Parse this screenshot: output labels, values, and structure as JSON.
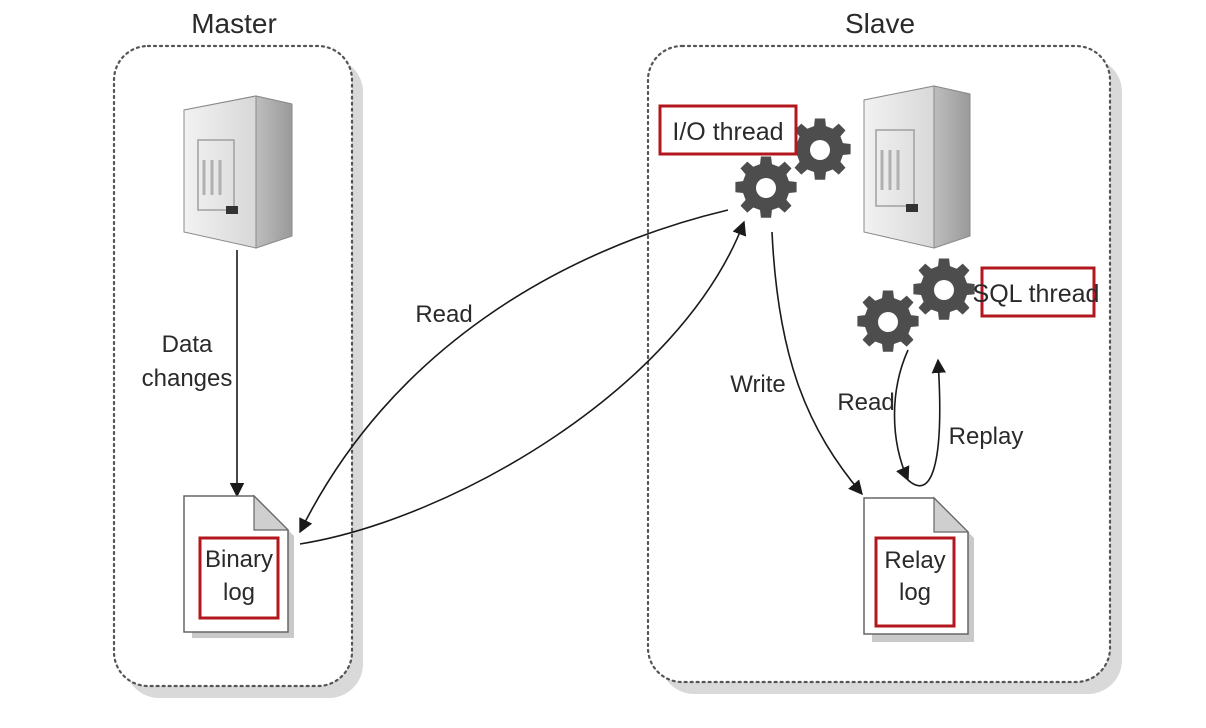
{
  "master": {
    "title": "Master",
    "data_changes_line1": "Data",
    "data_changes_line2": "changes",
    "binary_log_line1": "Binary",
    "binary_log_line2": "log"
  },
  "slave": {
    "title": "Slave",
    "io_thread": "I/O thread",
    "sql_thread": "SQL thread",
    "write_label": "Write",
    "read_label": "Read",
    "replay_label": "Replay",
    "relay_log_line1": "Relay",
    "relay_log_line2": "log"
  },
  "links": {
    "read_label": "Read"
  },
  "colors": {
    "highlight_box": "#b3171e",
    "gear": "#4d4d4d",
    "server_body": "#e3e3e3"
  }
}
